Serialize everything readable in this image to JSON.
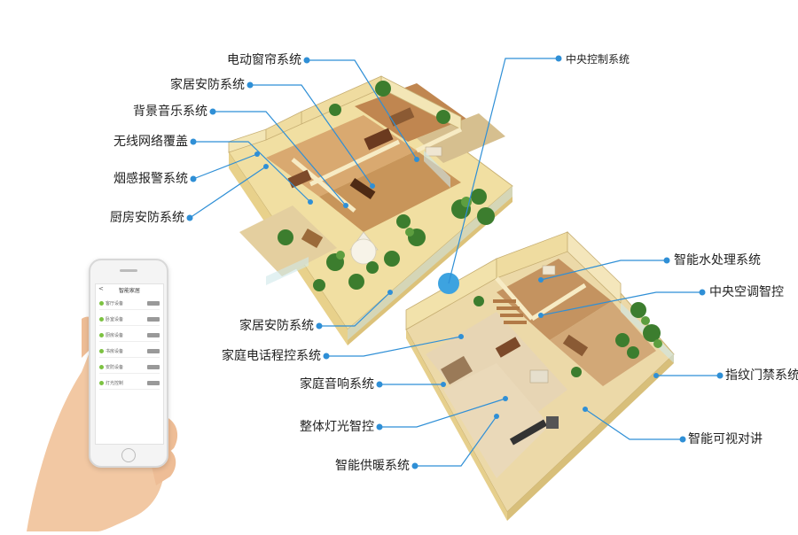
{
  "left_labels": [
    {
      "id": "curtain",
      "text": "电动窗帘系统"
    },
    {
      "id": "home-security-top",
      "text": "家居安防系统"
    },
    {
      "id": "bg-music",
      "text": "背景音乐系统"
    },
    {
      "id": "wifi",
      "text": "无线网络覆盖"
    },
    {
      "id": "smoke",
      "text": "烟感报警系统"
    },
    {
      "id": "kitchen",
      "text": "厨房安防系统"
    },
    {
      "id": "home-security-mid",
      "text": "家居安防系统"
    },
    {
      "id": "phone-ctrl",
      "text": "家庭电话程控系统"
    },
    {
      "id": "audio",
      "text": "家庭音响系统"
    },
    {
      "id": "lighting",
      "text": "整体灯光智控"
    },
    {
      "id": "heating",
      "text": "智能供暖系统"
    }
  ],
  "right_labels": [
    {
      "id": "central-ctrl",
      "text": "中央控制系统"
    },
    {
      "id": "water",
      "text": "智能水处理系统"
    },
    {
      "id": "ac",
      "text": "中央空调智控"
    },
    {
      "id": "fingerprint",
      "text": "指纹门禁系统"
    },
    {
      "id": "video-intercom",
      "text": "智能可视对讲"
    }
  ],
  "phone_app": {
    "title": "智能家居",
    "back": "<",
    "rows": [
      "客厅设备",
      "卧室设备",
      "厨房设备",
      "书房设备",
      "安防设备",
      "灯光控制"
    ]
  },
  "colors": {
    "connector": "#2f8fd6",
    "dot": "#2f8fd6",
    "hub": "#3da3e0",
    "wall": "#f3e2a4",
    "floor_wood": "#c8955a",
    "floor_tile": "#e7d5b4",
    "plant": "#3c7d2e",
    "glass": "#cfe7ea"
  }
}
